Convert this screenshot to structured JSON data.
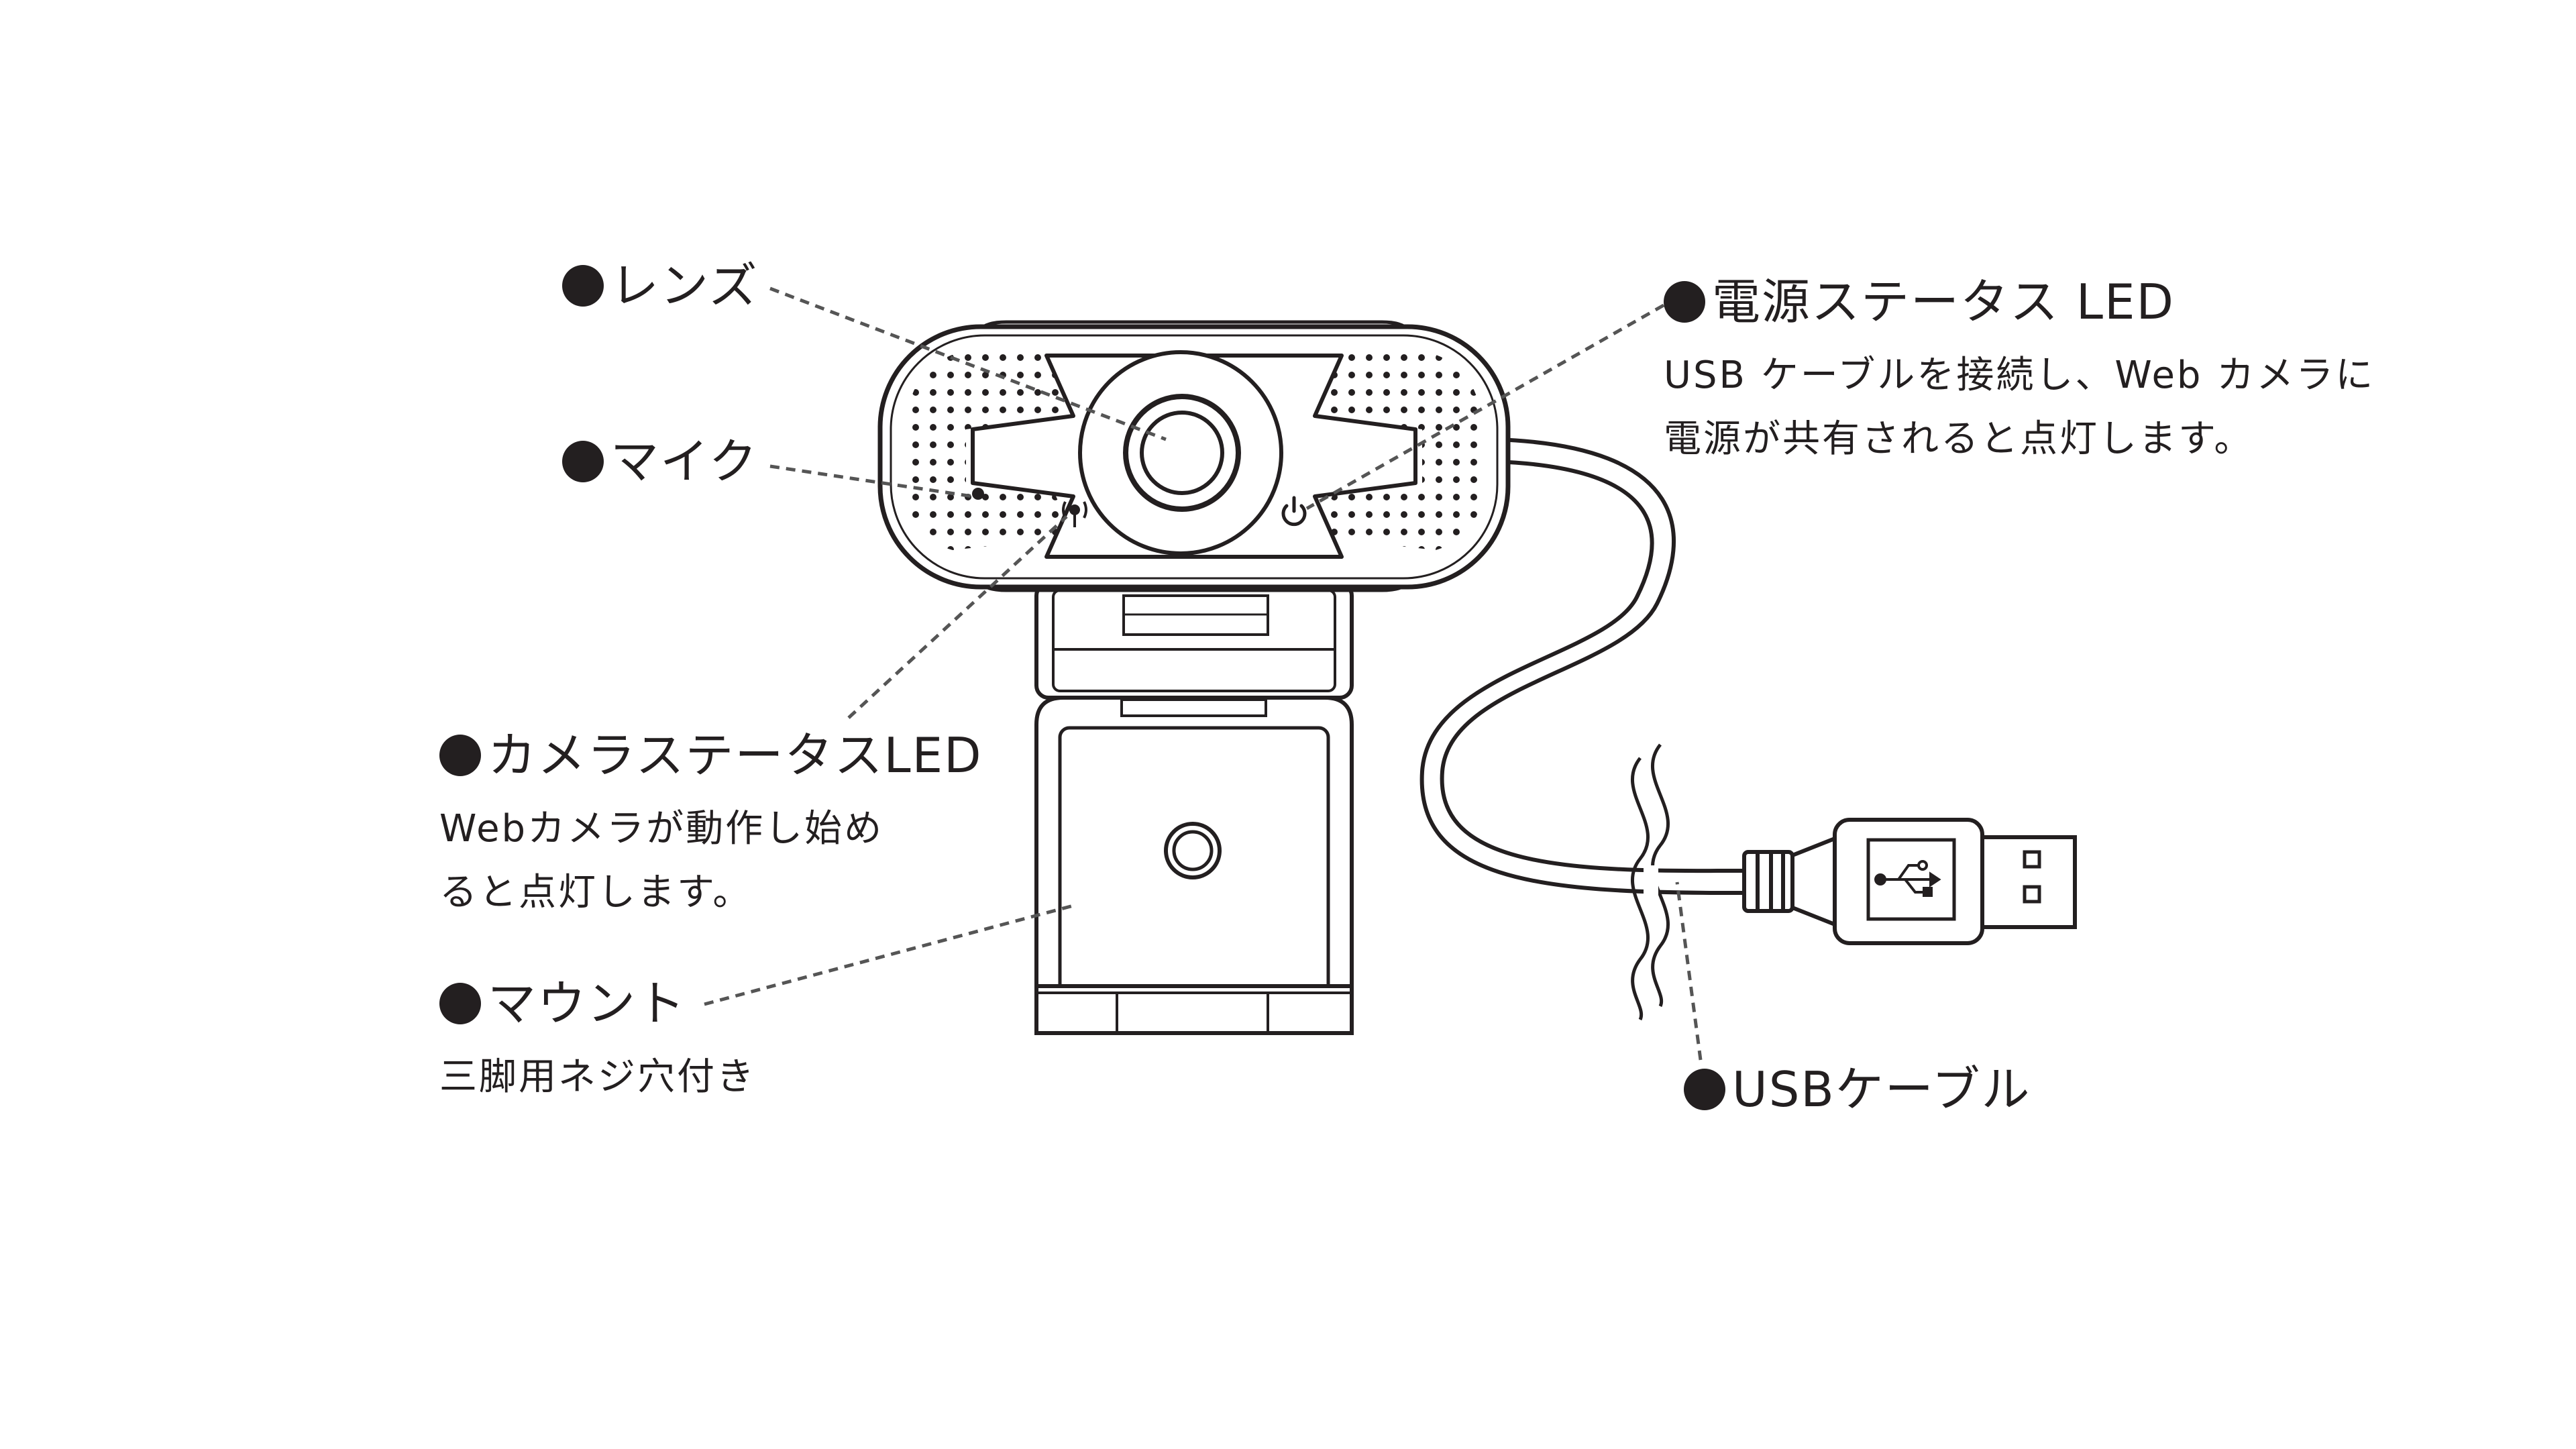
{
  "labels": {
    "lens": {
      "title": "レンズ"
    },
    "mic": {
      "title": "マイク"
    },
    "camera_led": {
      "title": "カメラステータスLED",
      "desc_line1": "Webカメラが動作し始め",
      "desc_line2": "ると点灯します。"
    },
    "mount": {
      "title": "マウント",
      "desc_line1": "三脚用ネジ穴付き"
    },
    "power_led": {
      "title": "電源ステータス LED",
      "desc_line1": "USB ケーブルを接続し、Web カメラに",
      "desc_line2": "電源が共有されると点灯します。"
    },
    "usb_cable": {
      "title": "USBケーブル"
    }
  },
  "icons": {
    "power": "power-icon",
    "camera_status": "camera-status-icon",
    "usb": "usb-trident-icon"
  },
  "colors": {
    "ink": "#231f20",
    "background": "#ffffff",
    "leader": "#555555"
  }
}
